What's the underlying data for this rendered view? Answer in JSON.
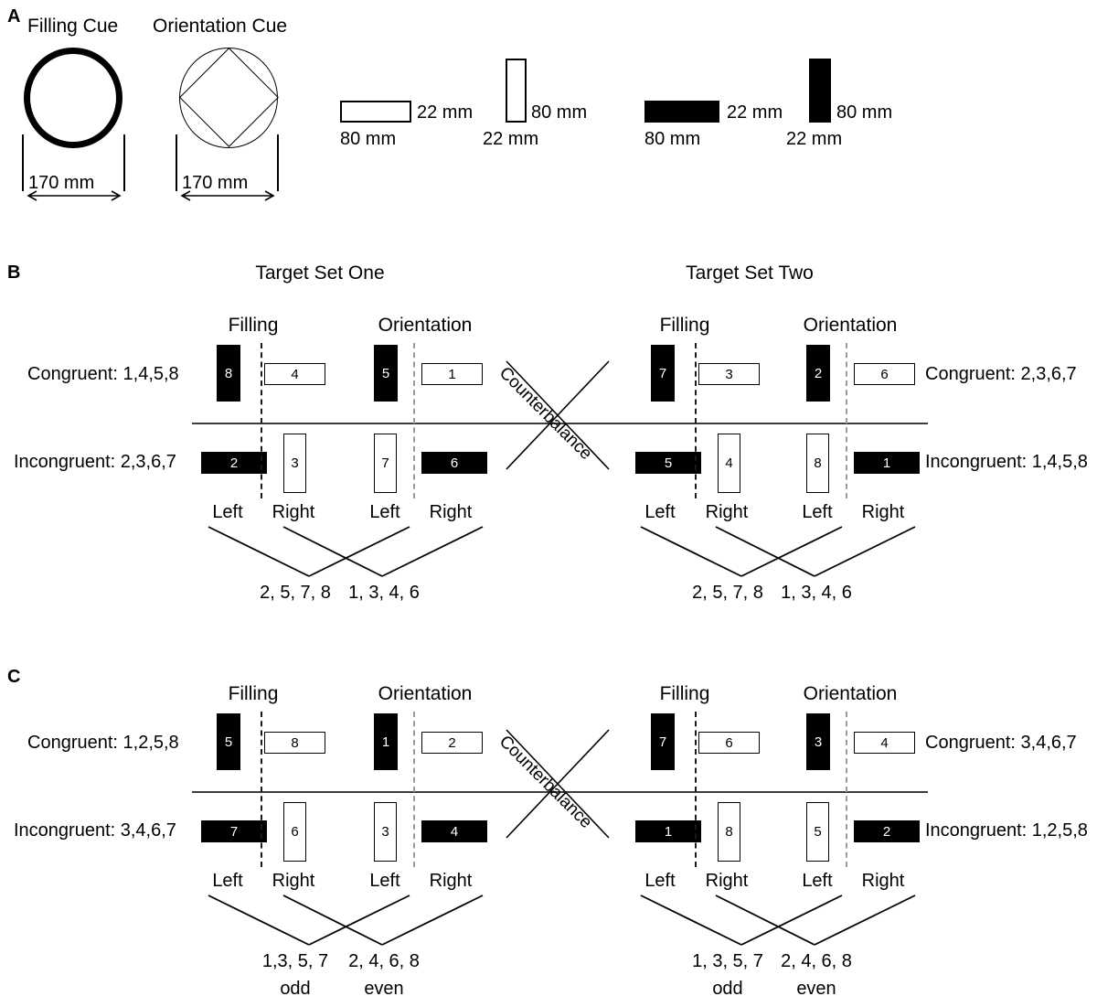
{
  "panels": {
    "a": {
      "letter": "A",
      "filling_cue_title": "Filling Cue",
      "orientation_cue_title": "Orientation Cue",
      "filling_cue_width": "170 mm",
      "orientation_cue_width": "170 mm",
      "samples": [
        {
          "name": "white-horizontal",
          "fill": "white",
          "orientation": "horizontal",
          "height_label": "22 mm",
          "width_label": "80 mm"
        },
        {
          "name": "white-vertical",
          "fill": "white",
          "orientation": "vertical",
          "height_label": "80 mm",
          "width_label": "22 mm"
        },
        {
          "name": "black-horizontal",
          "fill": "black",
          "orientation": "horizontal",
          "height_label": "22 mm",
          "width_label": "80 mm"
        },
        {
          "name": "black-vertical",
          "fill": "black",
          "orientation": "vertical",
          "height_label": "80 mm",
          "width_label": "22 mm"
        }
      ]
    },
    "b": {
      "letter": "B",
      "set_one_title": "Target Set One",
      "set_two_title": "Target Set Two",
      "counterbalance_label": "Counterbalance",
      "column_headers": {
        "filling": "Filling",
        "orientation": "Orientation"
      },
      "lr_labels": [
        "Left",
        "Right",
        "Left",
        "Right"
      ],
      "left_block": {
        "congruent_label": "Congruent: 1,4,5,8",
        "incongruent_label": "Incongruent: 2,3,6,7",
        "congruent_targets": [
          {
            "value": "8",
            "fill": "black",
            "orientation": "vertical"
          },
          {
            "value": "4",
            "fill": "white",
            "orientation": "horizontal"
          },
          {
            "value": "5",
            "fill": "black",
            "orientation": "vertical"
          },
          {
            "value": "1",
            "fill": "white",
            "orientation": "horizontal"
          }
        ],
        "incongruent_targets": [
          {
            "value": "2",
            "fill": "black",
            "orientation": "horizontal"
          },
          {
            "value": "3",
            "fill": "white",
            "orientation": "vertical"
          },
          {
            "value": "7",
            "fill": "white",
            "orientation": "vertical"
          },
          {
            "value": "6",
            "fill": "black",
            "orientation": "horizontal"
          }
        ],
        "response_groups": [
          "2, 5, 7, 8",
          "1, 3, 4, 6"
        ]
      },
      "right_block": {
        "congruent_label": "Congruent: 2,3,6,7",
        "incongruent_label": "Incongruent: 1,4,5,8",
        "congruent_targets": [
          {
            "value": "7",
            "fill": "black",
            "orientation": "vertical"
          },
          {
            "value": "3",
            "fill": "white",
            "orientation": "horizontal"
          },
          {
            "value": "2",
            "fill": "black",
            "orientation": "vertical"
          },
          {
            "value": "6",
            "fill": "white",
            "orientation": "horizontal"
          }
        ],
        "incongruent_targets": [
          {
            "value": "5",
            "fill": "black",
            "orientation": "horizontal"
          },
          {
            "value": "4",
            "fill": "white",
            "orientation": "vertical"
          },
          {
            "value": "8",
            "fill": "white",
            "orientation": "vertical"
          },
          {
            "value": "1",
            "fill": "black",
            "orientation": "horizontal"
          }
        ],
        "response_groups": [
          "2, 5, 7, 8",
          "1, 3, 4, 6"
        ]
      }
    },
    "c": {
      "letter": "C",
      "counterbalance_label": "Counterbalance",
      "column_headers": {
        "filling": "Filling",
        "orientation": "Orientation"
      },
      "lr_labels": [
        "Left",
        "Right",
        "Left",
        "Right"
      ],
      "left_block": {
        "congruent_label": "Congruent: 1,2,5,8",
        "incongruent_label": "Incongruent: 3,4,6,7",
        "congruent_targets": [
          {
            "value": "5",
            "fill": "black",
            "orientation": "vertical"
          },
          {
            "value": "8",
            "fill": "white",
            "orientation": "horizontal"
          },
          {
            "value": "1",
            "fill": "black",
            "orientation": "vertical"
          },
          {
            "value": "2",
            "fill": "white",
            "orientation": "horizontal"
          }
        ],
        "incongruent_targets": [
          {
            "value": "7",
            "fill": "black",
            "orientation": "horizontal"
          },
          {
            "value": "6",
            "fill": "white",
            "orientation": "vertical"
          },
          {
            "value": "3",
            "fill": "white",
            "orientation": "vertical"
          },
          {
            "value": "4",
            "fill": "black",
            "orientation": "horizontal"
          }
        ],
        "response_groups": [
          "1,3, 5, 7",
          "2, 4, 6, 8"
        ],
        "response_parity": [
          "odd",
          "even"
        ]
      },
      "right_block": {
        "congruent_label": "Congruent: 3,4,6,7",
        "incongruent_label": "Incongruent: 1,2,5,8",
        "congruent_targets": [
          {
            "value": "7",
            "fill": "black",
            "orientation": "vertical"
          },
          {
            "value": "6",
            "fill": "white",
            "orientation": "horizontal"
          },
          {
            "value": "3",
            "fill": "black",
            "orientation": "vertical"
          },
          {
            "value": "4",
            "fill": "white",
            "orientation": "horizontal"
          }
        ],
        "incongruent_targets": [
          {
            "value": "1",
            "fill": "black",
            "orientation": "horizontal"
          },
          {
            "value": "8",
            "fill": "white",
            "orientation": "vertical"
          },
          {
            "value": "5",
            "fill": "white",
            "orientation": "vertical"
          },
          {
            "value": "2",
            "fill": "black",
            "orientation": "horizontal"
          }
        ],
        "response_groups": [
          "1, 3, 5, 7",
          "2, 4, 6, 8"
        ],
        "response_parity": [
          "odd",
          "even"
        ]
      }
    }
  },
  "colors": {
    "ink": "#000000",
    "background": "#ffffff",
    "divider_dark": "#1a1a1a",
    "divider_gray": "#9a9a9a",
    "separator": "#3c3c3c"
  }
}
